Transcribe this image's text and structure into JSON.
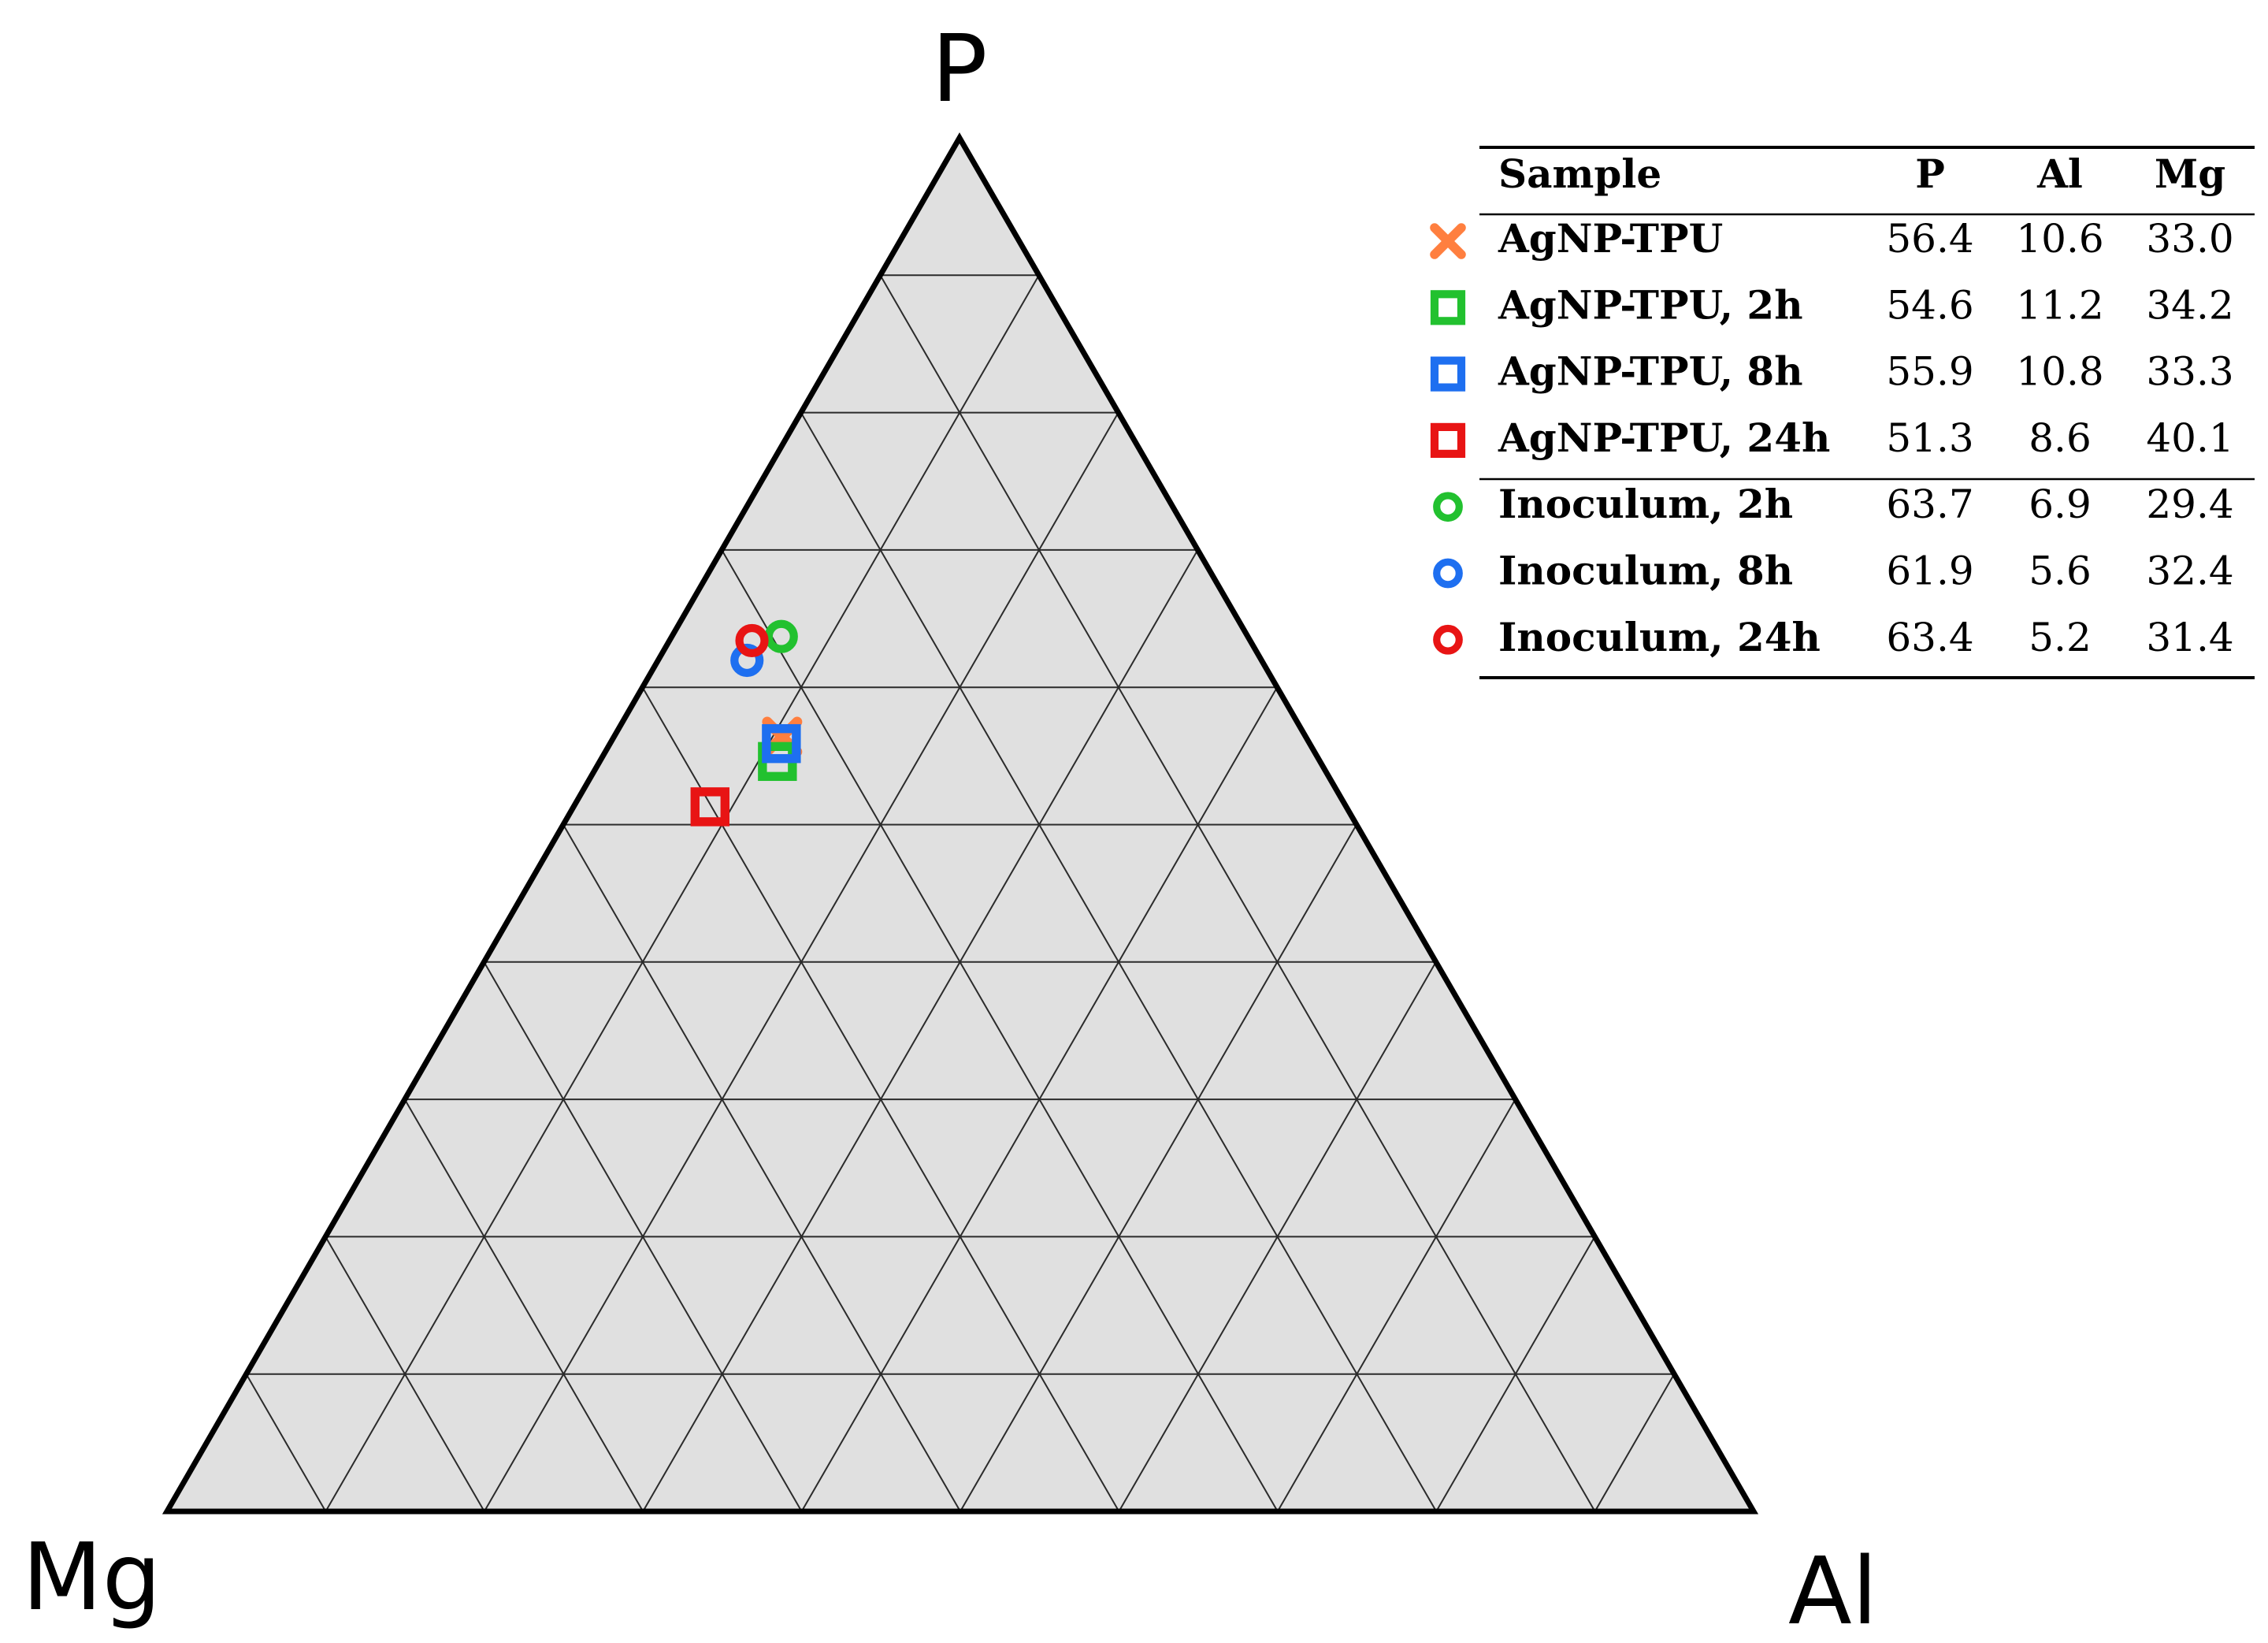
{
  "chart_data": {
    "type": "scatter",
    "subtype": "ternary",
    "vertices": {
      "top": "P",
      "left": "Mg",
      "right": "Al"
    },
    "grid": true,
    "grid_step": 10,
    "triangle_fill": "#e0e0e0",
    "legend": {
      "placement": "top-right",
      "headers": [
        "Sample",
        "P",
        "Al",
        "Mg"
      ]
    },
    "series": [
      {
        "name": "AgNP-TPU",
        "marker": "x",
        "color": "#ff7f3f",
        "group": 1,
        "P": 56.4,
        "Al": 10.6,
        "Mg": 33.0,
        "P_text": "56.4",
        "Al_text": "10.6",
        "Mg_text": "33.0"
      },
      {
        "name": "AgNP-TPU, 2h",
        "marker": "square",
        "color": "#22c12f",
        "group": 1,
        "P": 54.6,
        "Al": 11.2,
        "Mg": 34.2,
        "P_text": "54.6",
        "Al_text": "11.2",
        "Mg_text": "34.2"
      },
      {
        "name": "AgNP-TPU, 8h",
        "marker": "square",
        "color": "#1e6ff0",
        "group": 1,
        "P": 55.9,
        "Al": 10.8,
        "Mg": 33.3,
        "P_text": "55.9",
        "Al_text": "10.8",
        "Mg_text": "33.3"
      },
      {
        "name": "AgNP-TPU, 24h",
        "marker": "square",
        "color": "#e81414",
        "group": 1,
        "P": 51.3,
        "Al": 8.6,
        "Mg": 40.1,
        "P_text": "51.3",
        "Al_text": "8.6",
        "Mg_text": "40.1"
      },
      {
        "name": "Inoculum, 2h",
        "marker": "circle",
        "color": "#22c12f",
        "group": 2,
        "P": 63.7,
        "Al": 6.9,
        "Mg": 29.4,
        "P_text": "63.7",
        "Al_text": "6.9",
        "Mg_text": "29.4"
      },
      {
        "name": "Inoculum, 8h",
        "marker": "circle",
        "color": "#1e6ff0",
        "group": 2,
        "P": 61.9,
        "Al": 5.6,
        "Mg": 32.4,
        "P_text": "61.9",
        "Al_text": "5.6",
        "Mg_text": "32.4"
      },
      {
        "name": "Inoculum, 24h",
        "marker": "circle",
        "color": "#e81414",
        "group": 2,
        "P": 63.4,
        "Al": 5.2,
        "Mg": 31.4,
        "P_text": "63.4",
        "Al_text": "5.2",
        "Mg_text": "31.4"
      }
    ]
  }
}
